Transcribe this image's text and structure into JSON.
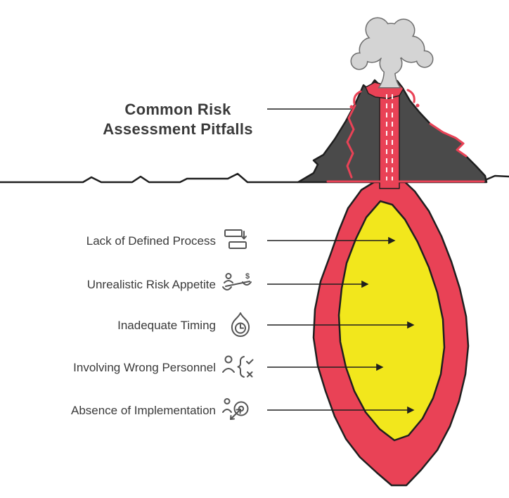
{
  "title": {
    "line1": "Common Risk",
    "line2": "Assessment Pitfalls"
  },
  "pitfalls": [
    {
      "label": "Lack of Defined Process",
      "icon": "defined-process-icon"
    },
    {
      "label": "Unrealistic Risk Appetite",
      "icon": "risk-appetite-icon"
    },
    {
      "label": "Inadequate Timing",
      "icon": "inadequate-timing-icon"
    },
    {
      "label": "Involving Wrong Personnel",
      "icon": "wrong-personnel-icon"
    },
    {
      "label": "Absence of Implementation",
      "icon": "implementation-icon"
    }
  ],
  "diagram": {
    "type": "volcano-infographic",
    "elements": [
      "smoke-cloud",
      "volcano",
      "lava-conduit",
      "magma-chamber"
    ]
  },
  "colors": {
    "lava_red": "#e94256",
    "magma_yellow": "#f2e71c",
    "volcano_gray": "#4a4a4a",
    "smoke_fill": "#d4d4d4",
    "smoke_stroke": "#6e6e6e",
    "icon_gray": "#555555",
    "ink": "#1f1f1f",
    "text": "#3a3a3a",
    "background": "#ffffff"
  }
}
